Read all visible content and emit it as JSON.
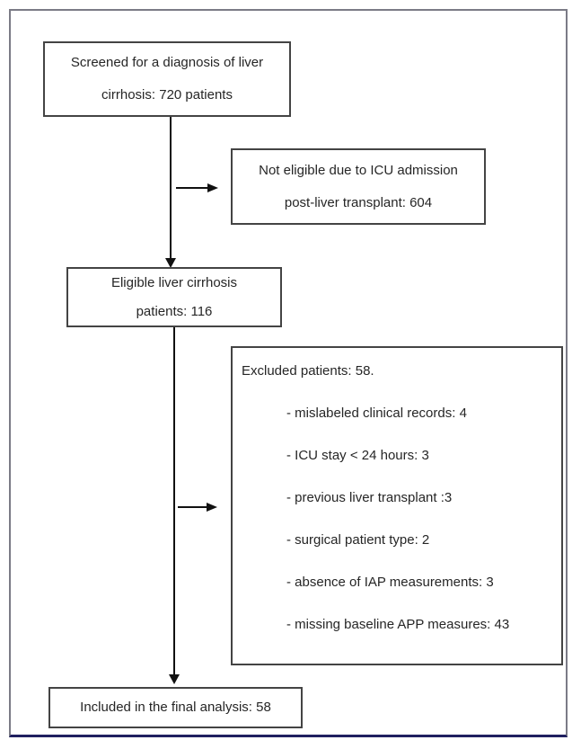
{
  "figure": {
    "type": "patient-flow-diagram",
    "boxes": {
      "screened": {
        "line1": "Screened for a diagnosis of liver",
        "line2": "cirrhosis: 720 patients"
      },
      "not_eligible": {
        "line1": "Not eligible due to ICU admission",
        "line2": "post-liver transplant: 604"
      },
      "eligible": {
        "line1": "Eligible liver cirrhosis",
        "line2": "patients: 116"
      },
      "excluded": {
        "title": "Excluded patients: 58.",
        "items": [
          "- mislabeled clinical records: 4",
          "- ICU stay < 24 hours: 3",
          "- previous liver transplant :3",
          "- surgical patient type: 2",
          "- absence of IAP measurements: 3",
          "- missing baseline APP measures: 43"
        ]
      },
      "included": {
        "line1": "Included in the final analysis: 58"
      }
    },
    "counts": {
      "screened": 720,
      "not_eligible": 604,
      "eligible": 116,
      "excluded_total": 58,
      "excluded_breakdown": [
        4,
        3,
        3,
        2,
        3,
        43
      ],
      "included": 58
    },
    "colors": {
      "box_border": "#444444",
      "text": "#262626",
      "arrow": "#111111",
      "frame_border": "#7b7b86",
      "frame_bottom_border": "#202060",
      "background": "#ffffff"
    }
  }
}
